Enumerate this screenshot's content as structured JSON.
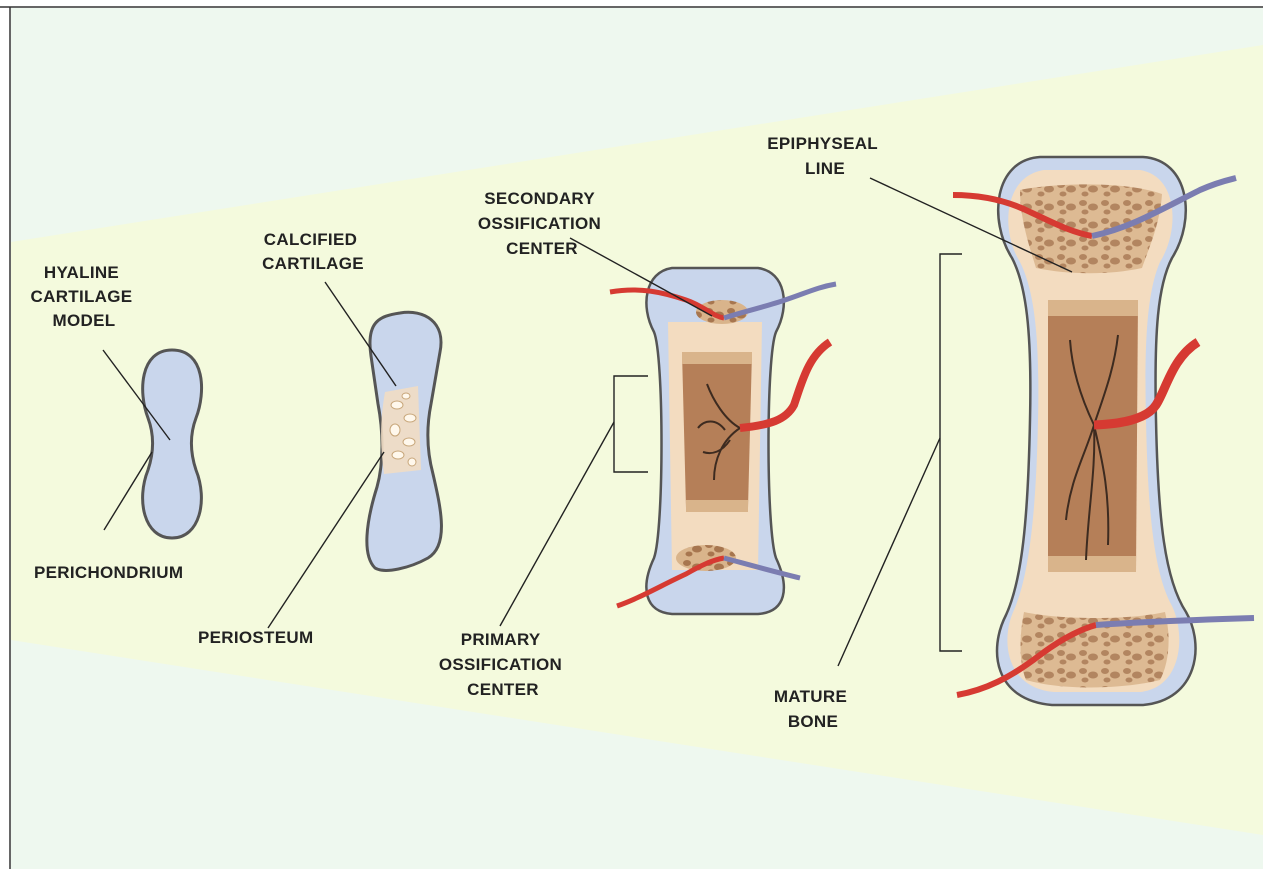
{
  "diagram": {
    "labels": {
      "hyaline": [
        "HYALINE",
        "CARTILAGE",
        "MODEL"
      ],
      "perichondrium": "PERICHONDRIUM",
      "calcified": [
        "CALCIFIED",
        "CARTILAGE"
      ],
      "periosteum": "PERIOSTEUM",
      "secondary": [
        "SECONDARY",
        "OSSIFICATION",
        "CENTER"
      ],
      "primary": [
        "PRIMARY",
        "OSSIFICATION",
        "CENTER"
      ],
      "epiphyseal": [
        "EPIPHYSEAL",
        "LINE"
      ],
      "mature": [
        "MATURE",
        "BONE"
      ]
    },
    "colors": {
      "background_band": "#f4fadd",
      "background_light": "#eef8ef",
      "cartilage": "#c9d6ec",
      "bone": "#f3dcc0",
      "marrow": "#b57f58",
      "artery": "#d63a32",
      "vein": "#7b7db1",
      "outline": "#555555"
    }
  }
}
